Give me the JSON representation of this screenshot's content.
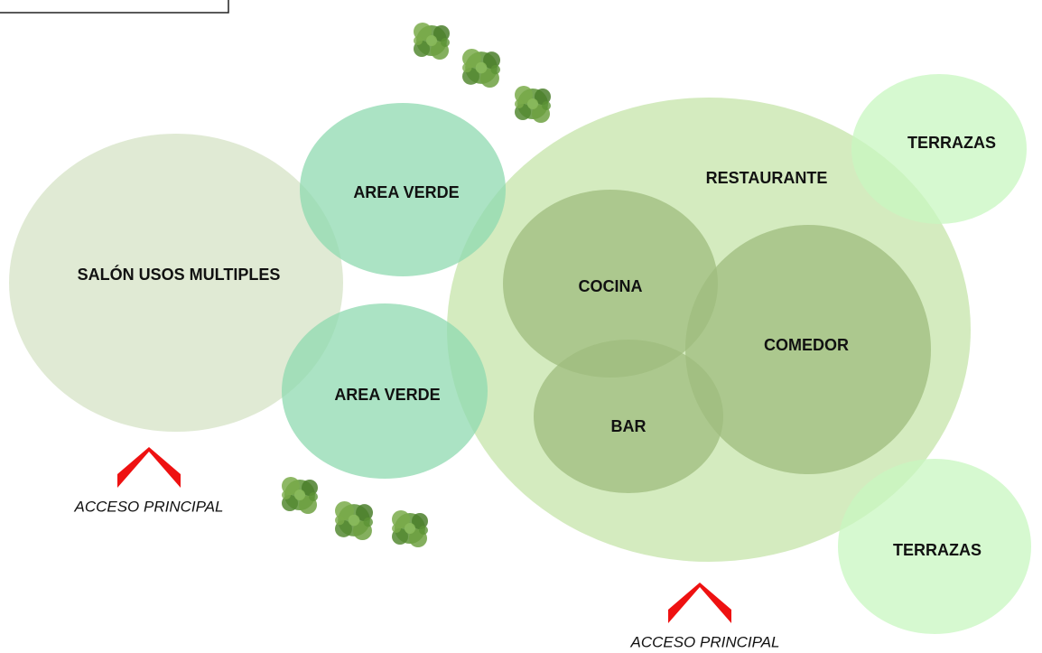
{
  "zones": {
    "salon": "SALÓN USOS MULTIPLES",
    "area_verde_top": "AREA VERDE",
    "area_verde_bottom": "AREA VERDE",
    "restaurante": "RESTAURANTE",
    "cocina": "COCINA",
    "comedor": "COMEDOR",
    "bar": "BAR",
    "terrazas_top": "TERRAZAS",
    "terrazas_bottom": "TERRAZAS"
  },
  "access": {
    "left": "ACCESO PRINCIPAL",
    "bottom": "ACCESO PRINCIPAL"
  },
  "colors": {
    "salon": "#dde8cf",
    "area_verde": "#8fd9b0",
    "restaurante": "#cde8b4",
    "inner": "#9fbc7e",
    "terrazas": "#c8f7c0",
    "arrow": "#ee1111",
    "tree": "#5d9436"
  },
  "icons": {
    "tree": "tree-icon",
    "access_arrow": "chevron-up-icon"
  }
}
